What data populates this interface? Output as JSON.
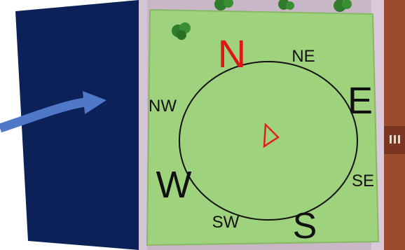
{
  "colors": {
    "navy_panel": "#0c2157",
    "arrow": "#4f78c8",
    "lawn": "#9fd27c",
    "path": "#d8c7d9",
    "roof": "#9b4a2e",
    "north": "#e01515",
    "ink": "#111111",
    "marker": "#e02020"
  },
  "icons": {
    "pointer": "arrow-icon",
    "marker": "triangle-marker-icon",
    "trees": "tree-icon"
  },
  "compass": {
    "cardinal": {
      "north": "N",
      "east": "E",
      "south": "S",
      "west": "W"
    },
    "intercardinal": {
      "northeast": "NE",
      "southeast": "SE",
      "southwest": "SW",
      "northwest": "NW"
    }
  }
}
